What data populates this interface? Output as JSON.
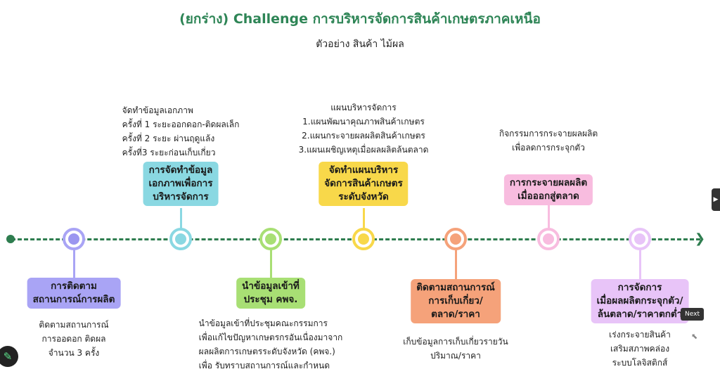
{
  "header": {
    "title": "(ยกร่าง) Challenge การบริหารจัดการสินค้าเกษตรภาคเหนือ",
    "subtitle": "ตัวอย่าง สินค้า ไม้ผล"
  },
  "milestones": [
    {
      "label": "การติดตาม\nสถานการณ์การผลิต",
      "desc": "ติดตามสถานการณ์\nการออดอก ติดผล\nจำนวน 3 ครั้ง",
      "color": "#a9a4f5",
      "dot": "#9b96f0"
    },
    {
      "label": "การจัดทำข้อมูล\nเอกภาพเพื่อการ\nบริหารจัดการ",
      "desc": "จัดทำข้อมูลเอกภาพ\nครั้งที่ 1 ระยะออกดอก-ติดผลเล็ก\nครั้งที่ 2 ระยะ ผ่านฤดูแล้ง\nครั้งที่3 ระยะก่อนเก็บเกี่ยว",
      "color": "#8ad8e2",
      "dot": "#8ad8e2"
    },
    {
      "label": "นำข้อมูลเข้าที่\nประชุม คพจ.",
      "desc": "นำข้อมูลเข้าที่ประชุมคณะกรรมการ\nเพื่อแก้ไขปัญหาเกษตรกรอันเนื่องมาจาก\nผลผลิตการเกษตรระดับจังหวัด (คพจ.)\nเพื่อ รับทราบสถานการณ์และกำหนด",
      "color": "#a8df74",
      "dot": "#a8df74"
    },
    {
      "label": "จัดทำแผนบริหาร\nจัดการสินค้าเกษตร\nระดับจังหวัด",
      "desc": "แผนบริหารจัดการ\n1.แผนพัฒนาคุณภาพสินค้าเกษตร\n2.แผนกระจายผลผลิตสินค้าเกษตร\n3.แผนเผชิญเหตุเมื่อผลผลิตล้นตลาด",
      "color": "#f8d84a",
      "dot": "#f8d84a"
    },
    {
      "label": "ติดตามสถานการณ์\nการเก็บเกี่ยว/\nตลาด/ราคา",
      "desc": "เก็บข้อมูลการเก็บเกี่ยวรายวัน\nปริมาณ/ราคา",
      "color": "#f5a27a",
      "dot": "#f5a27a"
    },
    {
      "label": "การกระจายผลผลิต\nเมื่อออกสู่ตลาด",
      "desc": "กิจกรรมการกระจายผลผลิต\nเพื่อลดการกระจุกตัว",
      "color": "#f8bcdf",
      "dot": "#f8bcdf"
    },
    {
      "label": "การจัดการ\nเมื่อผลผลิตกระจุกตัว/\nล้นตลาด/ราคาตกต่ำ",
      "desc": "เร่งกระจายสินค้า\nเสริมสภาพคล่อง\nระบบโลจิสติกส์",
      "color": "#e8c4f8",
      "dot": "#e8c4f8"
    }
  ],
  "ui": {
    "next_tooltip": "Next",
    "side_arrow": "▶",
    "edit_icon": "✎",
    "cursor": "⬉"
  }
}
